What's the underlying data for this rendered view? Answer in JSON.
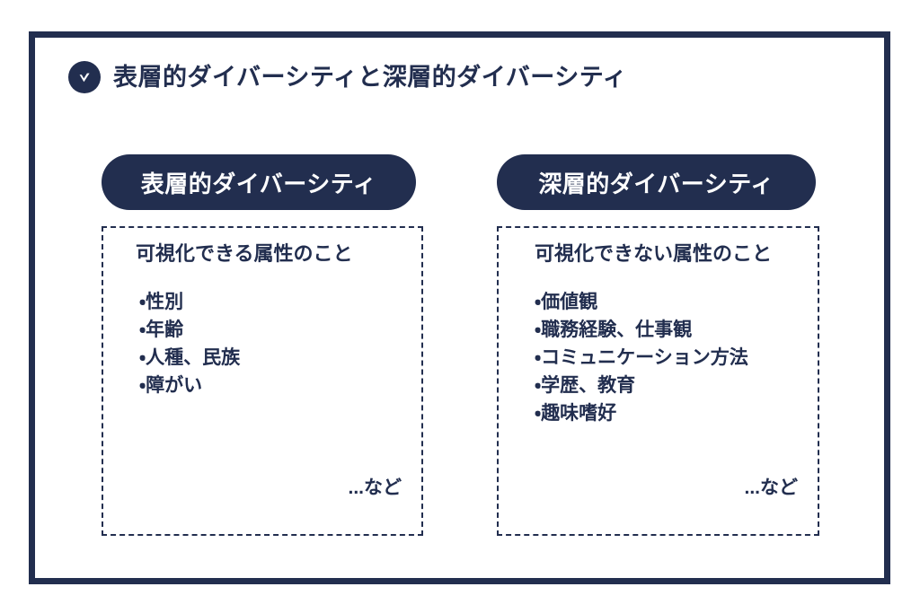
{
  "slide": {
    "title": "表層的ダイバーシティと深層的ダイバーシティ",
    "title_icon": "check-circle-icon",
    "accent_color": "#222e4f",
    "background_color": "#ffffff"
  },
  "columns": [
    {
      "pill_label": "表層的ダイバーシティ",
      "heading": "可視化できる属性のこと",
      "items": [
        "性別",
        "年齢",
        "人種、民族",
        "障がい"
      ],
      "footer": "...など"
    },
    {
      "pill_label": "深層的ダイバーシティ",
      "heading": "可視化できない属性のこと",
      "items": [
        "価値観",
        "職務経験、仕事観",
        "コミュニケーション方法",
        "学歴、教育",
        "趣味嗜好"
      ],
      "footer": "...など"
    }
  ]
}
